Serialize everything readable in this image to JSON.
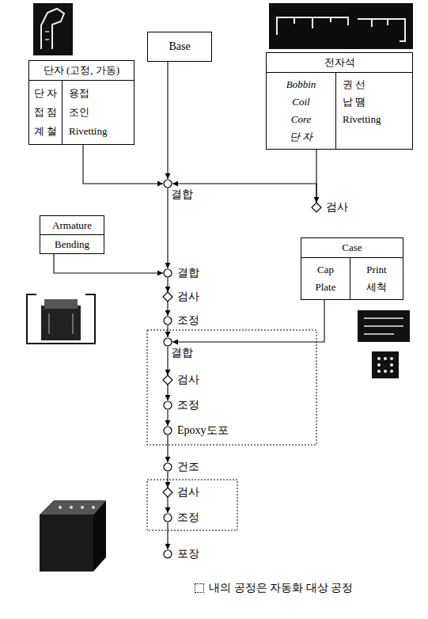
{
  "diagram": {
    "nodes": [
      {
        "text": [
          "단자 (고정, 가동)",
          "단 자",
          "접 점",
          "계 철",
          "용접",
          "조인",
          "Rivetting"
        ]
      },
      {
        "text": [
          "Base"
        ]
      },
      {
        "text": [
          "전자석",
          "Bobbin",
          "Coil",
          "Core",
          "단 자",
          "권 선",
          "납 땜",
          "Rivetting"
        ]
      },
      {
        "text": [
          "검사"
        ]
      },
      {
        "text": [
          "결합"
        ]
      },
      {
        "text": [
          "Armature",
          "Bending"
        ]
      },
      {
        "text": [
          "결합"
        ]
      },
      {
        "text": [
          "검사"
        ]
      },
      {
        "text": [
          "조정"
        ]
      },
      {
        "text": [
          "Case",
          "Cap",
          "Plate",
          "Print",
          "세척"
        ]
      },
      {
        "text": [
          "결합"
        ]
      },
      {
        "text": [
          "검사"
        ]
      },
      {
        "text": [
          "조정"
        ]
      },
      {
        "text": [
          "Epoxy도포"
        ]
      },
      {
        "text": [
          "건조"
        ]
      },
      {
        "text": [
          "검사"
        ]
      },
      {
        "text": [
          "조정"
        ]
      },
      {
        "text": [
          "포장"
        ]
      }
    ],
    "edges": [
      {
        "from": 0,
        "to": 4,
        "arrow": "to"
      },
      {
        "from": 1,
        "to": 4,
        "arrow": "to"
      },
      {
        "from": 2,
        "to": 3,
        "arrow": "to"
      },
      {
        "from": 3,
        "to": 4,
        "arrow": "to"
      },
      {
        "from": 4,
        "to": 6,
        "arrow": "to"
      },
      {
        "from": 5,
        "to": 6,
        "arrow": "to"
      },
      {
        "from": 6,
        "to": 7,
        "arrow": "to"
      },
      {
        "from": 7,
        "to": 8,
        "arrow": "to"
      },
      {
        "from": 8,
        "to": 10,
        "arrow": "to"
      },
      {
        "from": 9,
        "to": 10,
        "arrow": "to"
      },
      {
        "from": 10,
        "to": 11,
        "arrow": "to"
      },
      {
        "from": 11,
        "to": 12,
        "arrow": "to"
      },
      {
        "from": 12,
        "to": 13,
        "arrow": "to"
      },
      {
        "from": 13,
        "to": 14,
        "arrow": "to"
      },
      {
        "from": 14,
        "to": 15,
        "arrow": "to"
      },
      {
        "from": 15,
        "to": 16,
        "arrow": "to"
      },
      {
        "from": 16,
        "to": 17,
        "arrow": "to"
      }
    ],
    "legend": [
      {
        "text": "내의 공정은 자동화 대상 공정"
      }
    ]
  }
}
